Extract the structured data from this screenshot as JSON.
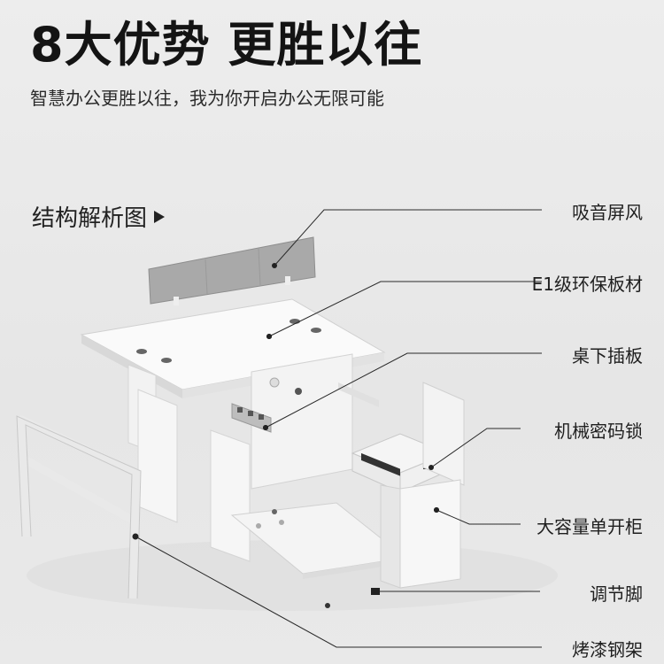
{
  "header": {
    "title": "8大优势 更胜以往",
    "subtitle": "智慧办公更胜以往，我为你开启办公无限可能"
  },
  "section": {
    "heading": "结构解析图"
  },
  "callouts": [
    {
      "label": "吸音屏风"
    },
    {
      "label": "E1级环保板材"
    },
    {
      "label": "桌下插板"
    },
    {
      "label": "机械密码锁"
    },
    {
      "label": "大容量单开柜"
    },
    {
      "label": "调节脚"
    },
    {
      "label": "烤漆钢架"
    }
  ],
  "icons": {
    "section_marker": "triangle-right-icon"
  }
}
